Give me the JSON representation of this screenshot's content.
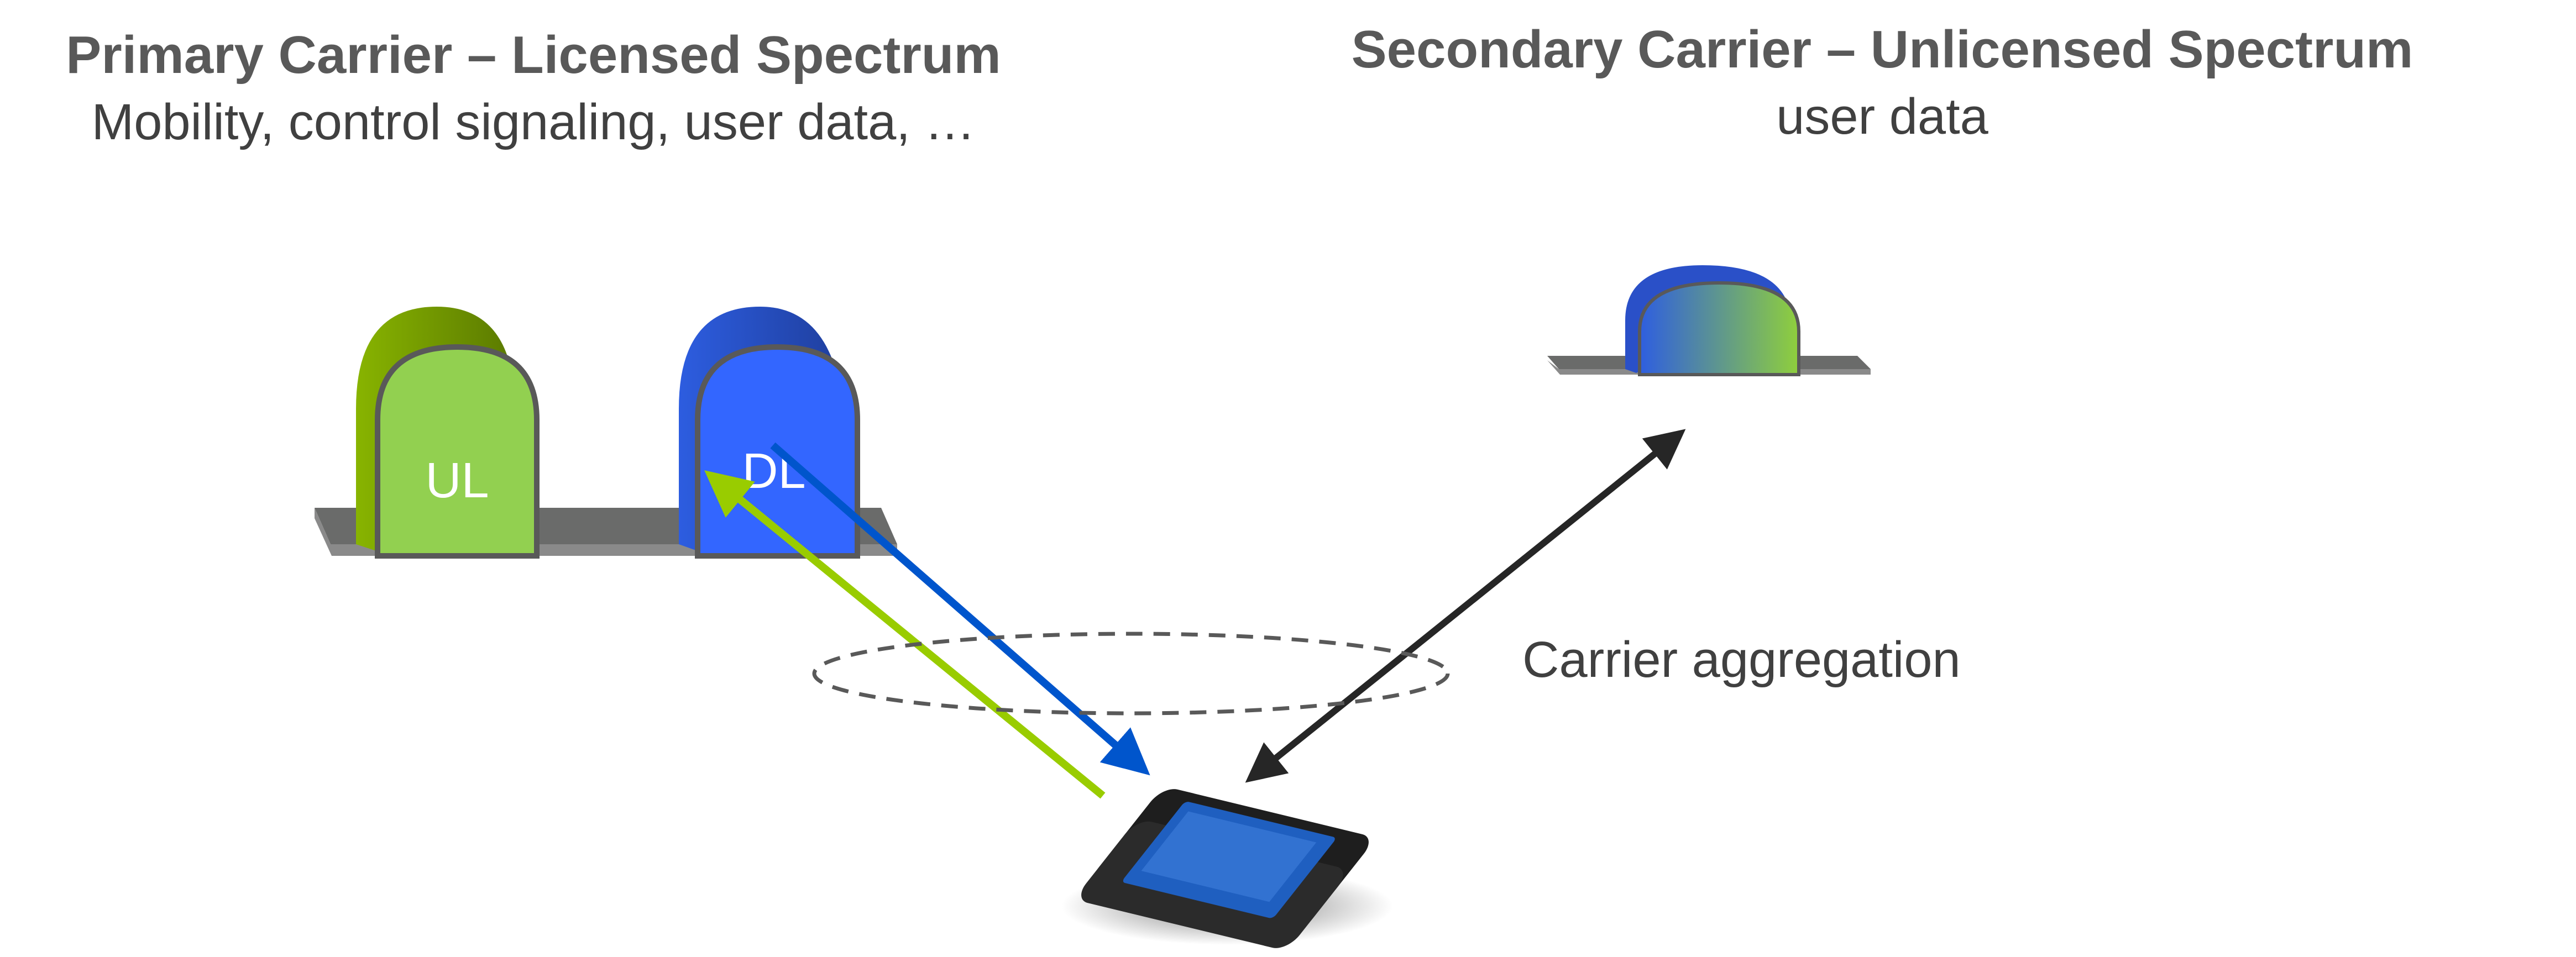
{
  "primary": {
    "title": "Primary Carrier – Licensed Spectrum",
    "subtitle": "Mobility, control signaling, user data, …",
    "ul_label": "UL",
    "dl_label": "DL"
  },
  "secondary": {
    "title": "Secondary Carrier – Unlicensed Spectrum",
    "subtitle": "user data"
  },
  "aggregation_label": "Carrier aggregation",
  "colors": {
    "ul": "#92d050",
    "dl": "#3366ff",
    "ul_arrow": "#99cc00",
    "dl_arrow": "#0055cc",
    "link_arrow": "#262626",
    "text": "#595959"
  }
}
